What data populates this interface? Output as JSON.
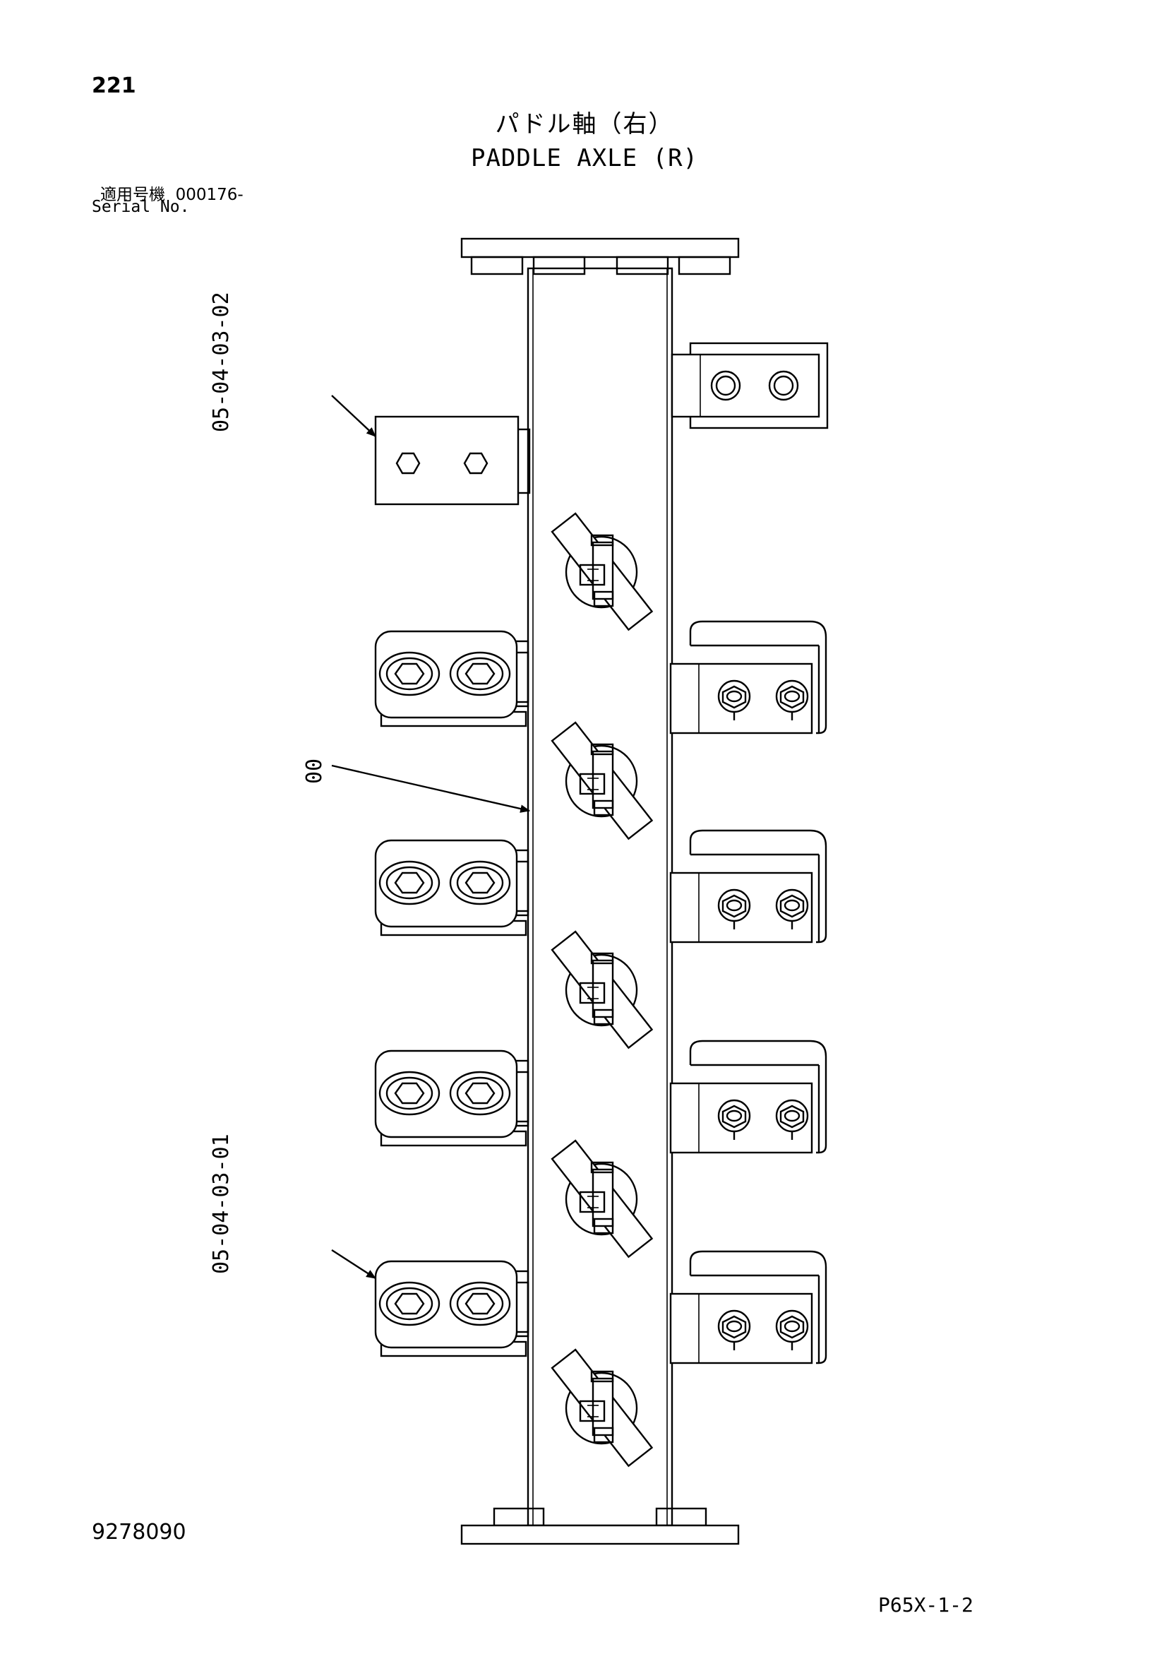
{
  "header": {
    "page_number": "221",
    "title_jp": "パドル軸（右）",
    "title_en": "PADDLE AXLE (R)",
    "serial_label_jp": "適用号機",
    "serial_value": "000176-",
    "serial_label_en": "Serial No."
  },
  "callouts": {
    "upper_bracket": "05-04-03-02",
    "shaft": "00",
    "lower_bracket": "05-04-03-01"
  },
  "footer": {
    "drawing_number": "9278090",
    "sheet_code": "P65X-1-2"
  }
}
